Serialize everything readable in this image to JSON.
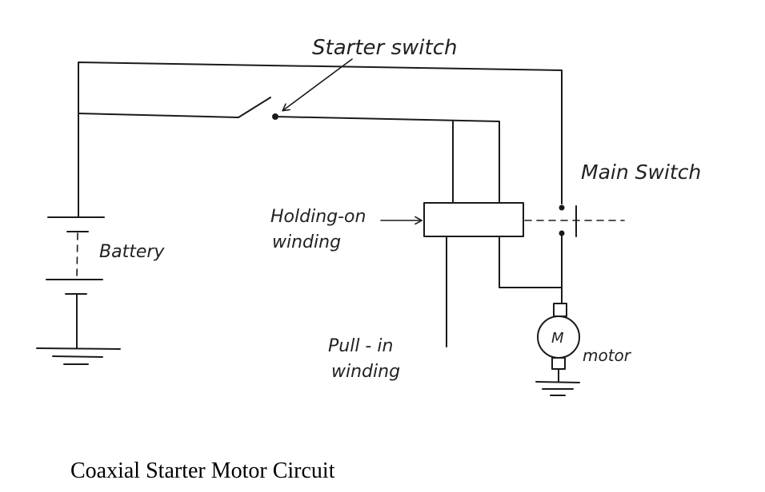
{
  "labels": {
    "starter_switch": "Starter switch",
    "main_switch": "Main Switch",
    "holding_on_line1": "Holding-on",
    "holding_on_line2": "winding",
    "battery": "Battery",
    "pull_in_line1": "Pull - in",
    "pull_in_line2": "winding",
    "motor_symbol": "M",
    "motor": "motor"
  },
  "caption": "Coaxial Starter Motor Circuit",
  "colors": {
    "ink": "#1a1a1a",
    "background": "#ffffff"
  }
}
